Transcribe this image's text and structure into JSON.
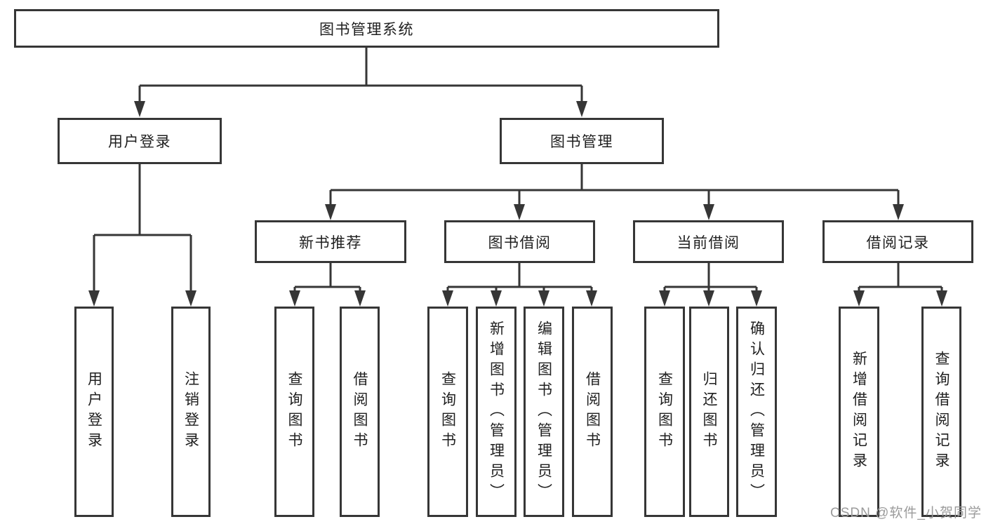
{
  "tree": {
    "label": "图书管理系统",
    "children": [
      {
        "label": "用户登录",
        "children": [
          {
            "label": "用户登录"
          },
          {
            "label": "注销登录"
          }
        ]
      },
      {
        "label": "图书管理",
        "children": [
          {
            "label": "新书推荐",
            "children": [
              {
                "label": "查询图书"
              },
              {
                "label": "借阅图书"
              }
            ]
          },
          {
            "label": "图书借阅",
            "children": [
              {
                "label": "查询图书"
              },
              {
                "label": "新增图书（管理员）"
              },
              {
                "label": "编辑图书（管理员）"
              },
              {
                "label": "借阅图书"
              }
            ]
          },
          {
            "label": "当前借阅",
            "children": [
              {
                "label": "查询图书"
              },
              {
                "label": "归还图书"
              },
              {
                "label": "确认归还（管理员）"
              }
            ]
          },
          {
            "label": "借阅记录",
            "children": [
              {
                "label": "新增借阅记录"
              },
              {
                "label": "查询借阅记录"
              }
            ]
          }
        ]
      }
    ]
  },
  "watermark": "CSDN @软件_小贺同学",
  "colors": {
    "line": "#363636",
    "text": "#1f1f1f",
    "watermark": "#9b9b9b",
    "background": "#ffffff"
  }
}
